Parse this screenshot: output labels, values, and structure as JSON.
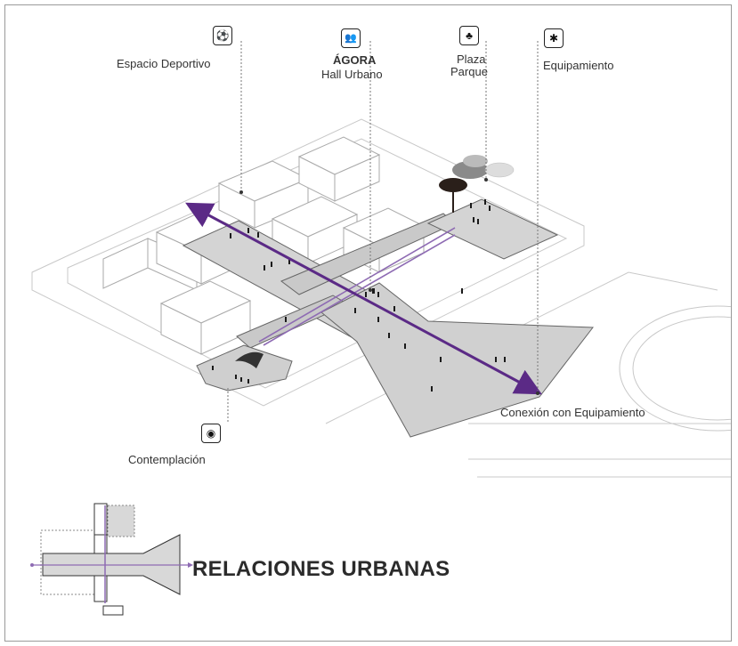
{
  "labels": {
    "espacio_deportivo": "Espacio Deportivo",
    "agora": "ÁGORA",
    "hall_urbano": "Hall Urbano",
    "plaza": "Plaza",
    "parque": "Parque",
    "equipamiento": "Equipamiento",
    "conexion": "Conexión con Equipamiento",
    "contemplacion": "Contemplación"
  },
  "icons": {
    "sports": "ball-icon",
    "agora": "people-group-icon",
    "park": "tree-icon",
    "equipment": "person-icon",
    "contemplation": "eye-icon"
  },
  "legend": {
    "title": "RELACIONES URBANAS"
  },
  "colors": {
    "axis": "#5b2a86",
    "axis_light": "#8e6bb3",
    "plaza_fill": "#cfcfcf",
    "line": "#777777"
  }
}
